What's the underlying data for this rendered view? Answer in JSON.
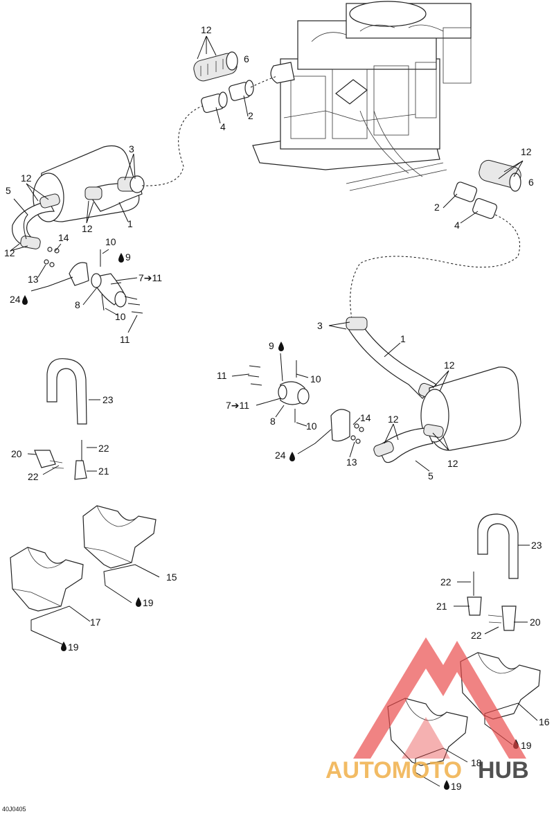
{
  "labels": {
    "c1": "1",
    "c2": "2",
    "c3": "3",
    "c4": "4",
    "c5": "5",
    "c6": "6",
    "c7": "7➔11",
    "c8": "8",
    "c9": "9",
    "c10a": "10",
    "c10b": "10",
    "c11a": "11",
    "c12a": "12",
    "c12b": "12",
    "c12c": "12",
    "c13": "13",
    "c14": "14",
    "c24": "24",
    "c17": "17",
    "c15": "15",
    "c19a": "19",
    "c19b": "19",
    "c23": "23",
    "c20": "20",
    "c22a": "22",
    "c22b": "22",
    "c21": "21",
    "r1": "1",
    "r2": "2",
    "r3": "3",
    "r4": "4",
    "r5": "5",
    "r6": "6",
    "r7": "7➔11",
    "r8": "8",
    "r9": "9",
    "r10a": "10",
    "r10b": "10",
    "r11": "11",
    "r12a": "12",
    "r12b": "12",
    "r12c": "12",
    "r12d": "12",
    "r13": "13",
    "r14": "14",
    "r24": "24",
    "r23": "23",
    "r22a": "22",
    "r22b": "22",
    "r21": "21",
    "r20": "20",
    "r16": "16",
    "r18": "18",
    "r19a": "19",
    "r19b": "19"
  },
  "figure_code": "40J0405",
  "watermark": {
    "brand_left": "AUTOMOTO",
    "brand_right": "HUB",
    "accent": "#e84a4a",
    "accent_text": "#f0b04a",
    "dark_text": "#333333"
  },
  "icons": {
    "drop": "oil-drop-icon",
    "arrow": "arrow-right-icon"
  }
}
